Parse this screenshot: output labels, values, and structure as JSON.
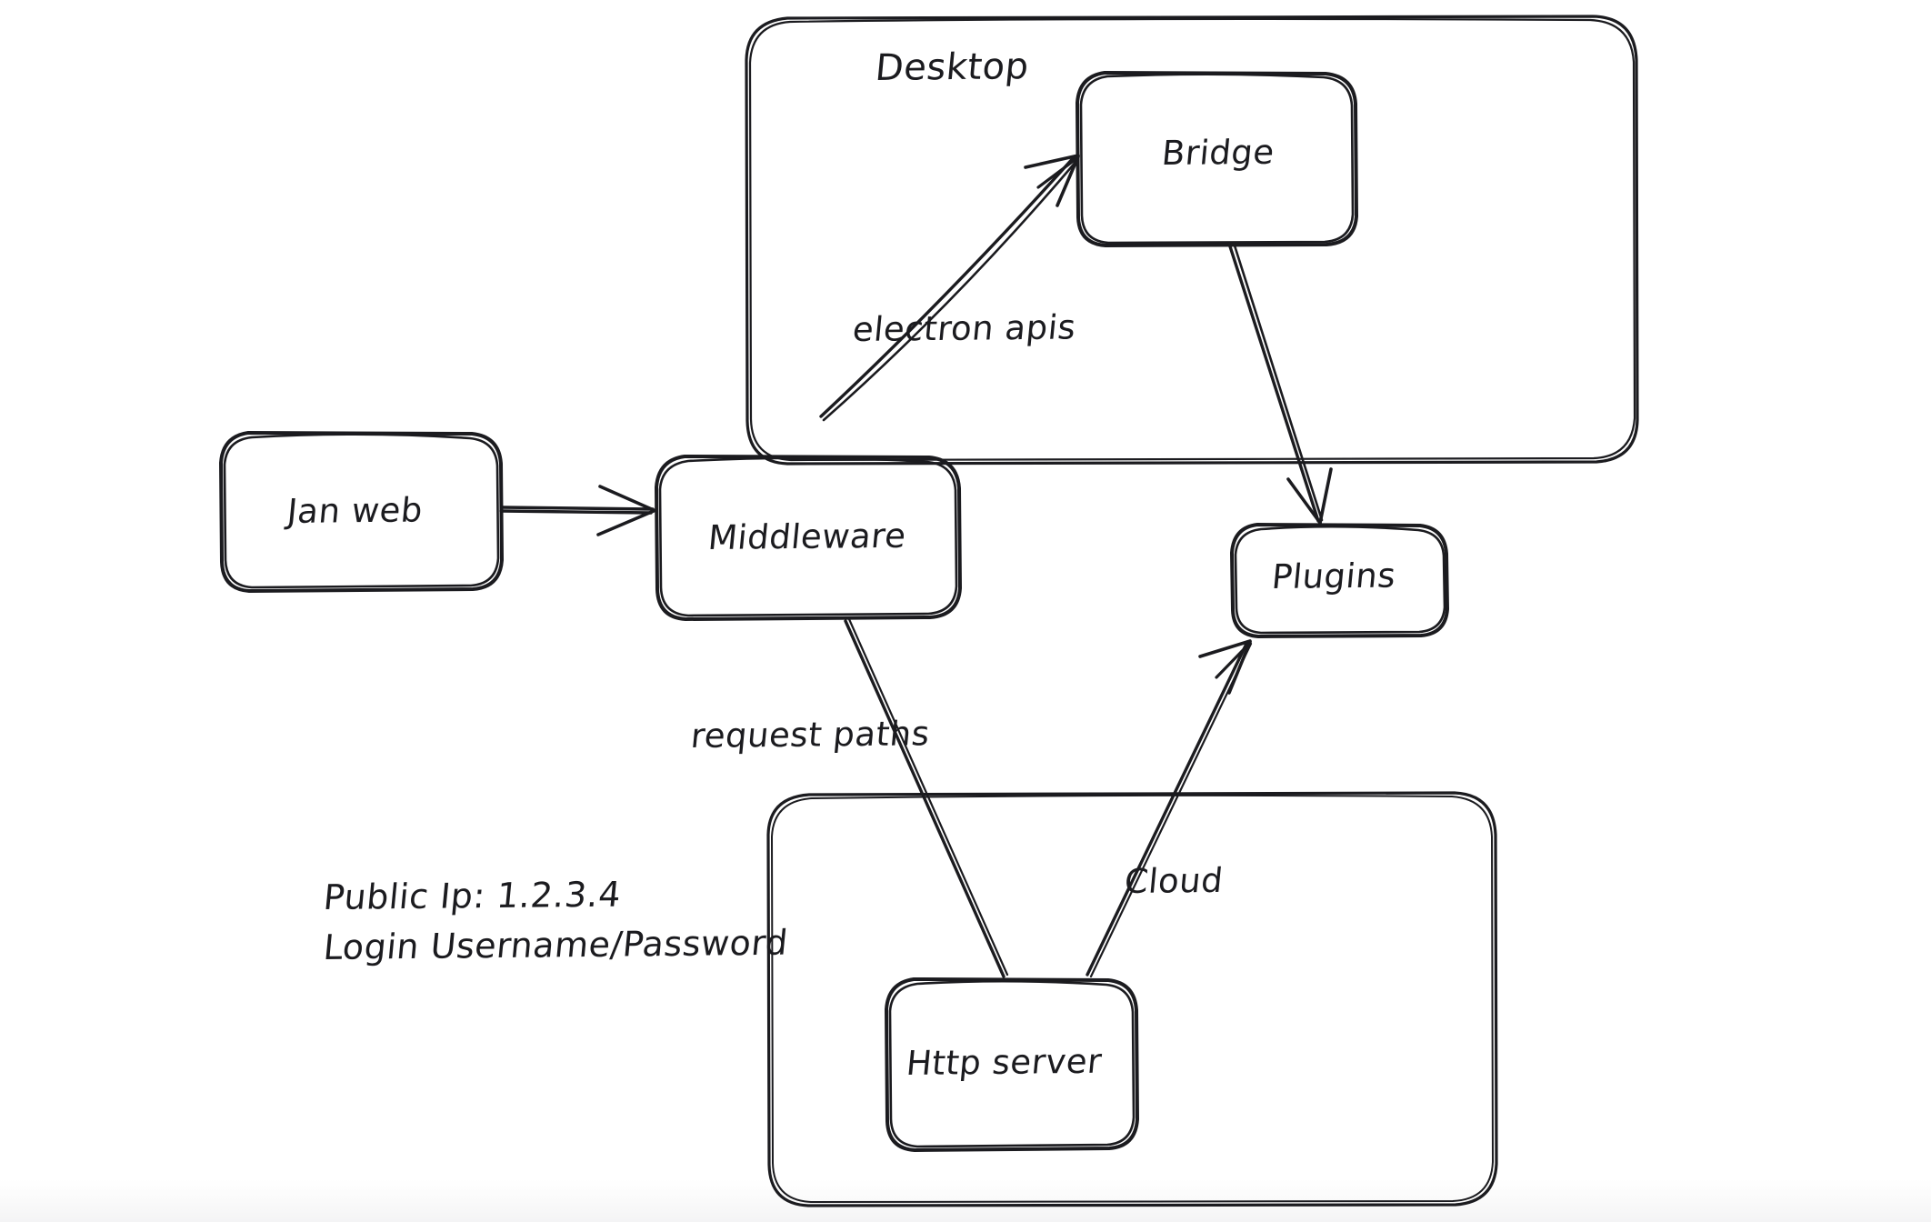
{
  "diagram": {
    "title": "Jan architecture sketch",
    "style": "hand-drawn whiteboard (excalidraw)",
    "stroke_color": "#1b1b1f",
    "background_color": "#ffffff"
  },
  "groups": [
    {
      "id": "desktop",
      "label": "Desktop"
    },
    {
      "id": "cloud",
      "label": ""
    }
  ],
  "nodes": [
    {
      "id": "jan-web",
      "label": "Jan web"
    },
    {
      "id": "middleware",
      "label": "Middleware"
    },
    {
      "id": "bridge",
      "label": "Bridge"
    },
    {
      "id": "plugins",
      "label": "Plugins"
    },
    {
      "id": "http-server",
      "label": "Http server"
    }
  ],
  "edges": [
    {
      "id": "janweb-middleware",
      "from": "jan-web",
      "to": "middleware",
      "label": ""
    },
    {
      "id": "middleware-bridge",
      "from": "middleware",
      "to": "bridge",
      "label": "electron apis"
    },
    {
      "id": "bridge-plugins",
      "from": "bridge",
      "to": "plugins",
      "label": ""
    },
    {
      "id": "middleware-httpserver",
      "from": "middleware",
      "to": "http-server",
      "label": "request paths"
    },
    {
      "id": "httpserver-plugins",
      "from": "http-server",
      "to": "plugins",
      "label": "Cloud"
    }
  ],
  "notes": {
    "public_ip": "Public Ip: 1.2.3.4",
    "login": "Login Username/Password"
  }
}
